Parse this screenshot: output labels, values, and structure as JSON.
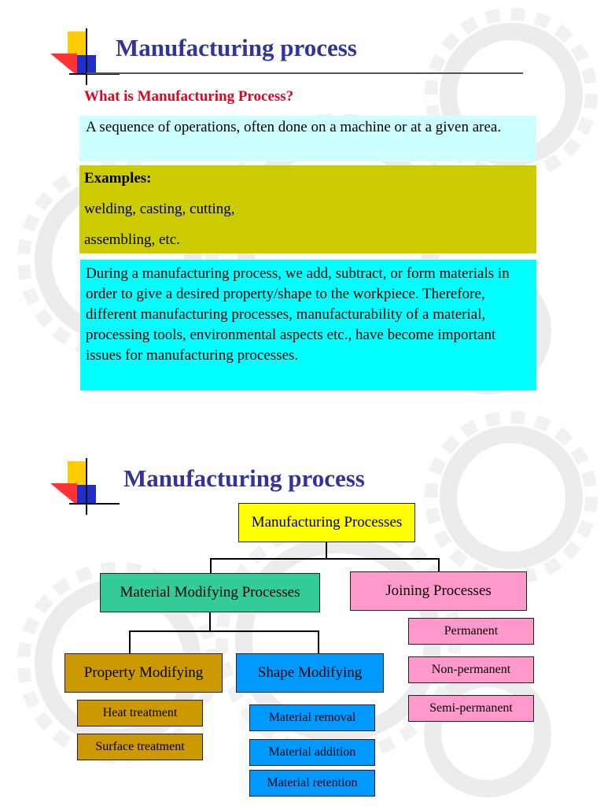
{
  "slide1": {
    "title": "Manufacturing process",
    "question": "What is Manufacturing Process?",
    "definition": "A sequence of operations, often done on a machine or at a given area.",
    "examples_heading": "Examples:",
    "examples_line1": "welding, casting, cutting,",
    "examples_line2": "assembling, etc.",
    "description": "During a manufacturing process, we add, subtract, or form materials in order to give a desired property/shape to the workpiece. Therefore, different manufacturing processes, manufacturability of a material, processing tools, environmental aspects etc., have become important issues for manufacturing processes."
  },
  "slide2": {
    "title": "Manufacturing process",
    "diagram": {
      "root": "Manufacturing Processes",
      "material_modifying": "Material Modifying Processes",
      "joining": "Joining Processes",
      "property_modifying": "Property Modifying",
      "shape_modifying": "Shape Modifying",
      "property_items": [
        "Heat treatment",
        "Surface treatment"
      ],
      "shape_items": [
        "Material removal",
        "Material addition",
        "Material retention"
      ],
      "joining_items": [
        "Permanent",
        "Non-permanent",
        "Semi-permanent"
      ]
    }
  },
  "colors": {
    "title": "#333399",
    "question": "#e8001c",
    "definition_bg": "#ccffff",
    "examples_bg": "#cccc00",
    "description_bg": "#00ffff",
    "root_node": "#ffff00",
    "material_node": "#33cc99",
    "joining_node": "#ff99cc",
    "property_node": "#cc9900",
    "shape_node": "#0099ff"
  }
}
